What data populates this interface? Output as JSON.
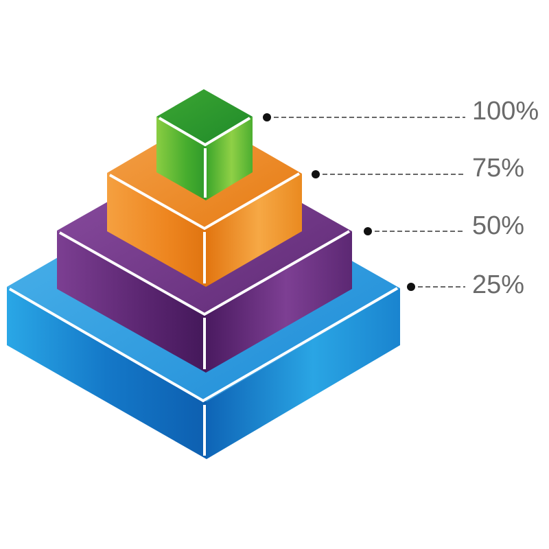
{
  "levels": [
    {
      "label": "25%",
      "value": 25,
      "color": "#1b8fd6"
    },
    {
      "label": "50%",
      "value": 50,
      "color": "#6a2f7f"
    },
    {
      "label": "75%",
      "value": 75,
      "color": "#f0922a"
    },
    {
      "label": "100%",
      "value": 100,
      "color": "#3aa83a"
    }
  ]
}
